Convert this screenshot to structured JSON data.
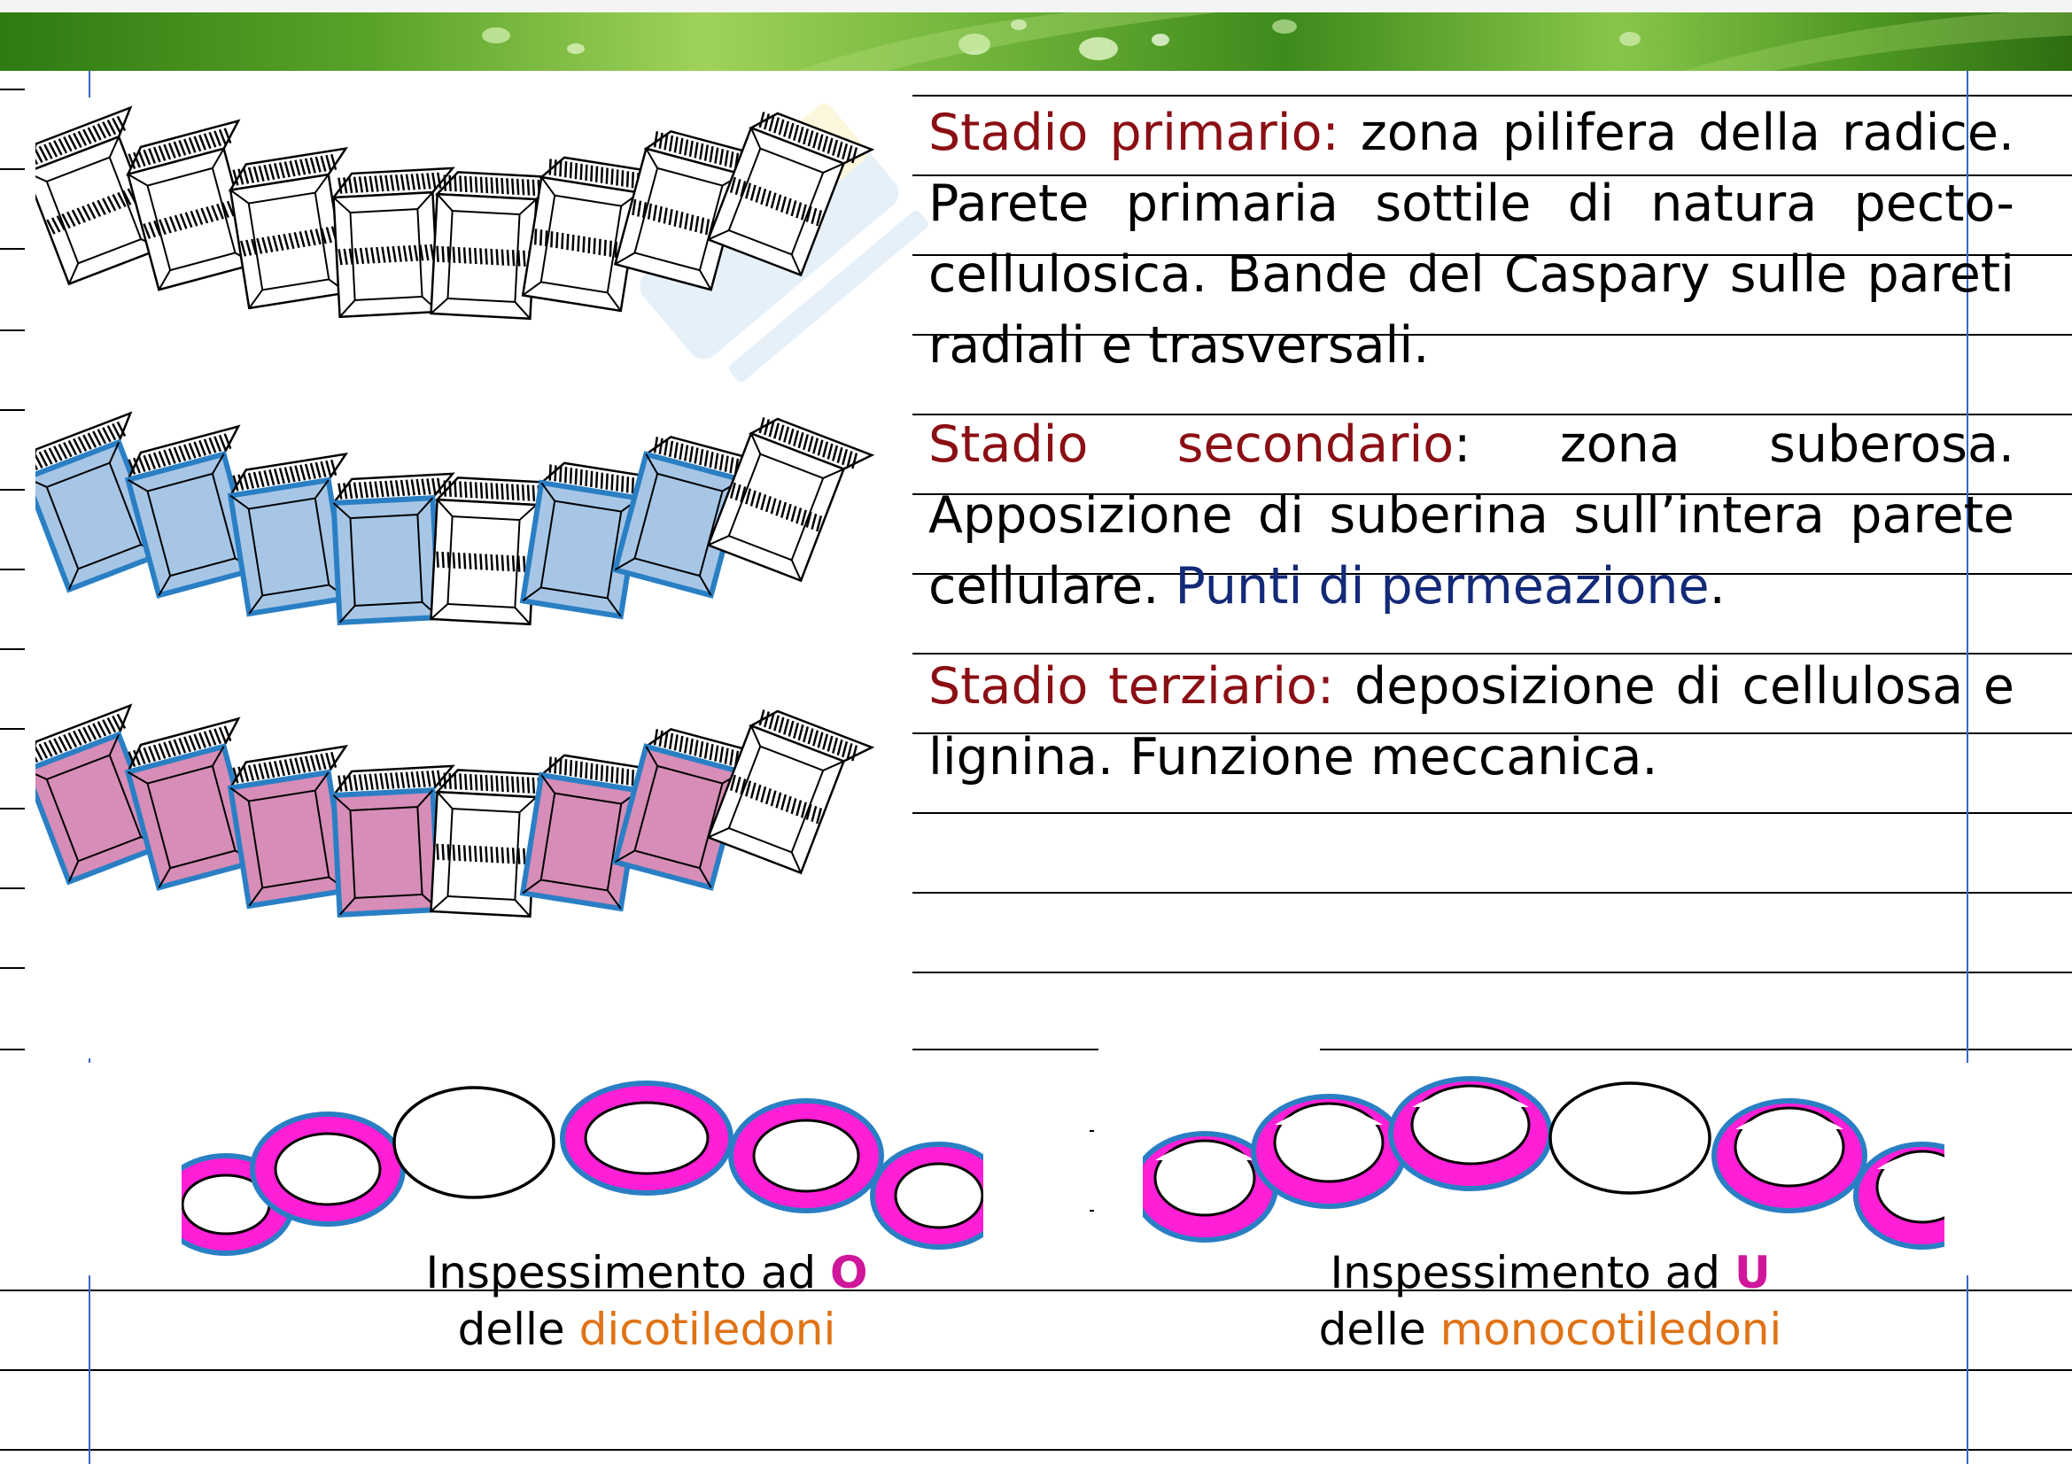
{
  "stages": {
    "primary": {
      "title": "Stadio primario:",
      "text": "zona pilifera della radice. Parete primaria sottile di natura pecto-cellulosica. Bande del Caspary sulle pareti radiali e trasversali."
    },
    "secondary": {
      "title": "Stadio secondario",
      "colon": ":",
      "text": "zona suberosa. Apposizione di suberina sull’intera parete cellulare.",
      "highlight": "Punti di permeazione",
      "end": "."
    },
    "tertiary": {
      "title": "Stadio terziario:",
      "text": "deposizione di cellulosa e lignina. Funzione meccanica."
    }
  },
  "captions": {
    "o_shape": {
      "line1": "Inspessimento ad",
      "letter": "O",
      "line2_prefix": "delle",
      "group": "dicotiledoni"
    },
    "u_shape": {
      "line1": "Inspessimento ad",
      "letter": "U",
      "line2_prefix": "delle",
      "group": "monocotiledoni"
    }
  },
  "colors": {
    "title_red": "#8b0f14",
    "permeation_navy": "#132a78",
    "group_orange": "#e07316",
    "letter_magenta": "#d0169a",
    "suberin_blue": "#a7c6e6",
    "lignin_pink": "#d68db8",
    "thickening_magenta": "#ff1fd6",
    "cell_border_blue": "#2a7fc4"
  }
}
